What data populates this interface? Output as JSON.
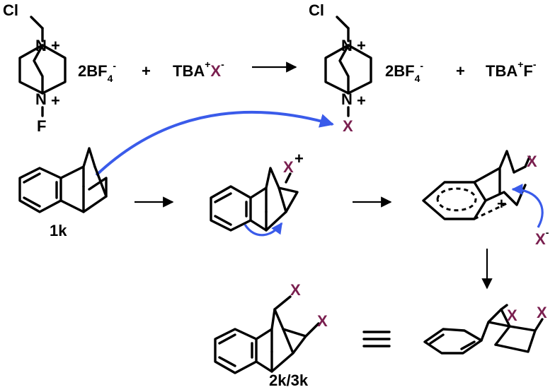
{
  "colors": {
    "accent_atom": "#7a1f4f",
    "curved_arrow": "#3a5bea",
    "bond": "#000000"
  },
  "top_equation": {
    "reagent": {
      "substituent": "Cl",
      "ring_atom": "N",
      "charge": "+",
      "halogen": "F"
    },
    "counterion": {
      "coef": "2BF",
      "sub": "4",
      "sup": "-"
    },
    "plus": "+",
    "salt": {
      "cation": "TBA",
      "cation_charge": "+",
      "anion": "X",
      "anion_charge": "-"
    },
    "product": {
      "substituent": "Cl",
      "ring_atom": "N",
      "charge": "+",
      "halogen": "X"
    },
    "byproduct": {
      "cation": "TBA",
      "cation_charge": "+",
      "anion": "F",
      "anion_charge": "-"
    }
  },
  "middle_row": {
    "start_label": "1k",
    "cation_halogen": "X",
    "cation_charge": "+",
    "bridged_halogen": "X",
    "bridged_charge": "+",
    "nucleophile": "X",
    "nucleophile_charge": "-"
  },
  "bottom_row": {
    "product_label": "2k/3k",
    "product_x1": "X",
    "product_x2": "X",
    "equiv_x1": "X",
    "equiv_x2": "X"
  }
}
